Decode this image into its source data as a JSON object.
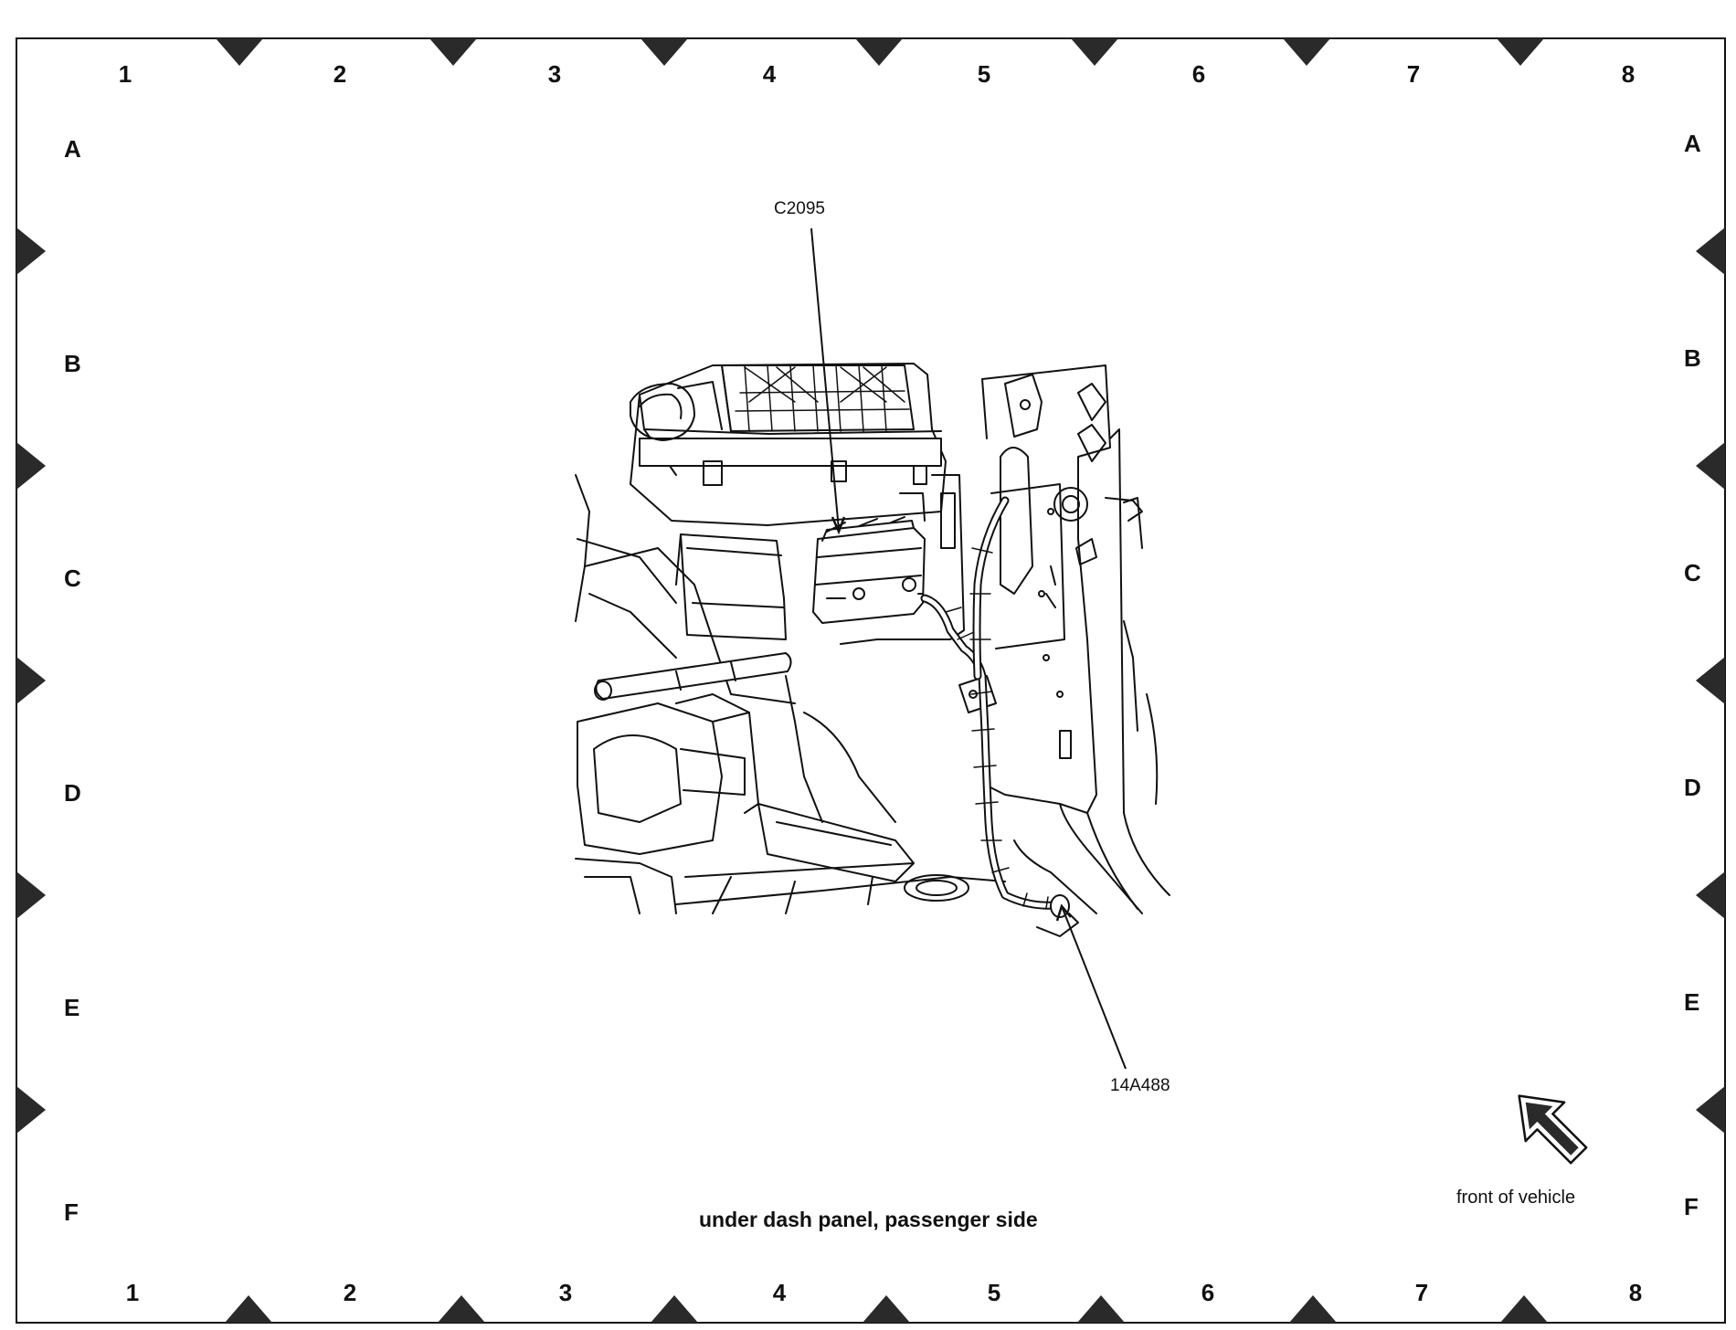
{
  "grid": {
    "columns": [
      "1",
      "2",
      "3",
      "4",
      "5",
      "6",
      "7",
      "8"
    ],
    "rows": [
      "A",
      "B",
      "C",
      "D",
      "E",
      "F"
    ]
  },
  "callouts": {
    "connector": "C2095",
    "harness": "14A488"
  },
  "caption": "under dash panel, passenger side",
  "orientation_label": "front of vehicle",
  "colors": {
    "ink": "#111111",
    "marker": "#2a2a2a",
    "background": "#ffffff"
  }
}
